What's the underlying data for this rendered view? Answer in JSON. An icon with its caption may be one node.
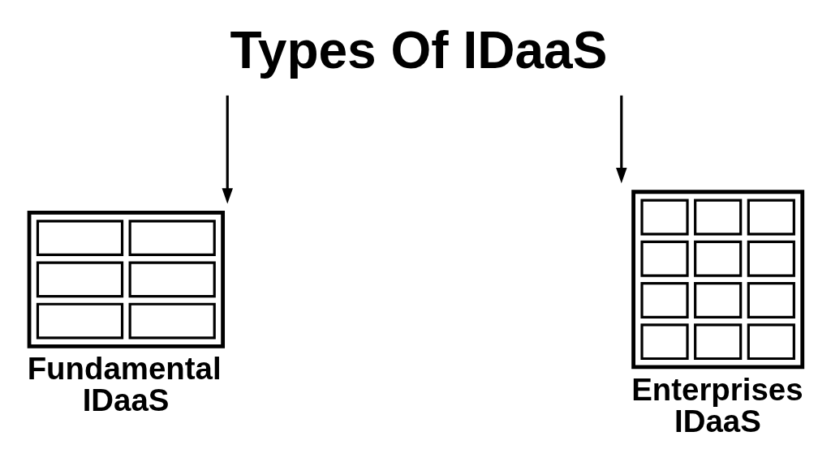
{
  "diagram": {
    "nodes": [
      {
        "text": [
          "Types Of IDaaS"
        ]
      },
      {
        "text": [],
        "shape": "picture",
        "beside": [
          "Fundamental IDaaS"
        ]
      },
      {
        "text": [],
        "shape": "picture",
        "beside": [
          "Enterprises IDaaS"
        ]
      }
    ],
    "edges": [
      {
        "from": 0,
        "to": 1,
        "arrow": "to"
      },
      {
        "from": 0,
        "to": 2,
        "arrow": "to"
      }
    ]
  }
}
